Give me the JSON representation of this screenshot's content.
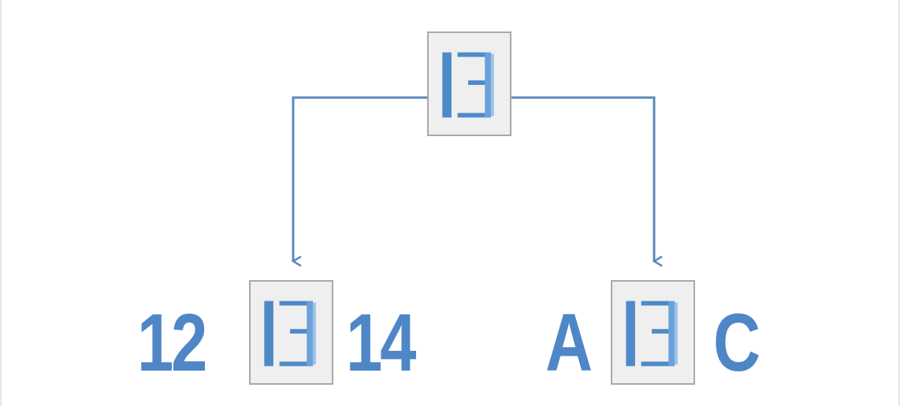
{
  "diagram": {
    "line_color": "#5a89bf",
    "glyph_color": "#5b93cf",
    "box_fill": "#efefef",
    "box_border": "#a9a9a9",
    "symbol_icon": "bracket-symbol-icon",
    "left_branch": {
      "left_label": "12",
      "right_label": "14"
    },
    "right_branch": {
      "left_label": "A",
      "right_label": "C"
    }
  }
}
